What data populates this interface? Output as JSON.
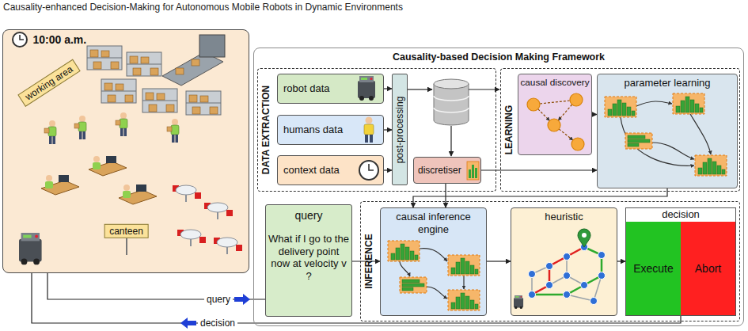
{
  "diagram": {
    "title": "Causality-enhanced Decision-Making for Autonomous Mobile Robots in Dynamic Environments",
    "nodes": [
      {
        "text": [
          "10:00 a.m.",
          "working area",
          "canteen"
        ]
      },
      {
        "text": [
          "Causality-based Decision Making Framework"
        ]
      },
      {
        "text": [
          "DATA EXTRACTION"
        ],
        "in": 1
      },
      {
        "text": [
          "robot data"
        ],
        "in": 2
      },
      {
        "text": [
          "humans data"
        ],
        "in": 2
      },
      {
        "text": [
          "context data"
        ],
        "in": 2
      },
      {
        "text": [
          "post-processing"
        ],
        "in": 2
      },
      {
        "text": [
          "discretiser"
        ],
        "in": 2
      },
      {
        "text": [
          "LEARNING"
        ],
        "in": 1
      },
      {
        "text": [
          "causal discovery"
        ],
        "in": 8
      },
      {
        "text": [
          "parameter learning"
        ],
        "in": 8
      },
      {
        "text": [
          "query",
          "What if I go to the delivery point now at velocity v ?"
        ],
        "in": 1
      },
      {
        "text": [
          "INFERENCE"
        ],
        "in": 1
      },
      {
        "text": [
          "causal inference engine"
        ],
        "in": 12
      },
      {
        "text": [
          "heuristic"
        ],
        "in": 12
      },
      {
        "text": [
          "decision"
        ],
        "in": 12
      },
      {
        "text": [
          "Execute"
        ],
        "in": 15
      },
      {
        "text": [
          "Abort"
        ],
        "in": 15
      }
    ],
    "edges": [
      {
        "from": 3,
        "to": 6,
        "arrow": "to"
      },
      {
        "from": 4,
        "to": 6,
        "arrow": "to"
      },
      {
        "from": 5,
        "to": 6,
        "arrow": "to"
      },
      {
        "from": 7,
        "to": 10,
        "arrow": "to"
      },
      {
        "from": 9,
        "to": 10,
        "arrow": "to"
      },
      {
        "from": 7,
        "to": 13,
        "arrow": "to"
      },
      {
        "from": 10,
        "to": 13,
        "arrow": "to"
      },
      {
        "from": 0,
        "to": 11,
        "label": "query",
        "arrow": "none"
      },
      {
        "from": 11,
        "to": 13,
        "arrow": "to"
      },
      {
        "from": 13,
        "to": 14,
        "arrow": "to"
      },
      {
        "from": 14,
        "to": 15,
        "arrow": "to"
      },
      {
        "from": 15,
        "to": 0,
        "label": "decision",
        "arrow": "none"
      }
    ]
  }
}
